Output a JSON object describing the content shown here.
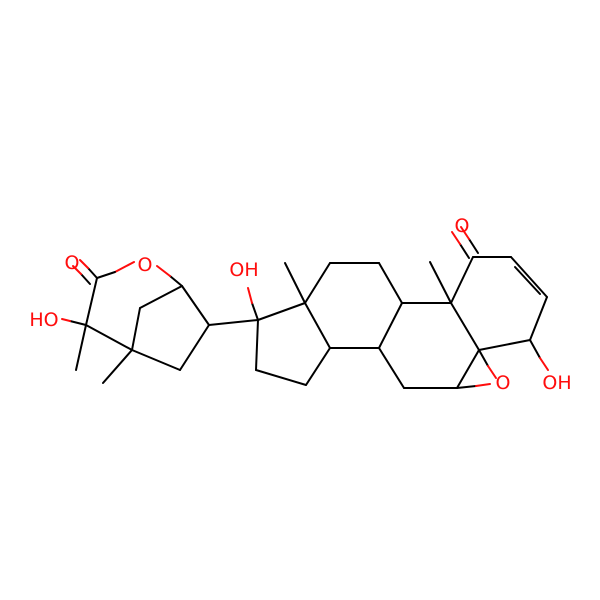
{
  "molecule": {
    "atom_labels": {
      "ketone_o": "O",
      "lactone_carbonyl_o": "O",
      "ring_o": "O",
      "epoxide_o": "O",
      "oh_left": "HO",
      "oh_mid": "OH",
      "oh_right": "OH"
    }
  },
  "colors": {
    "bond": "#000000",
    "heteroatom_oxygen": "#ff0d0d",
    "background": "#ffffff"
  }
}
